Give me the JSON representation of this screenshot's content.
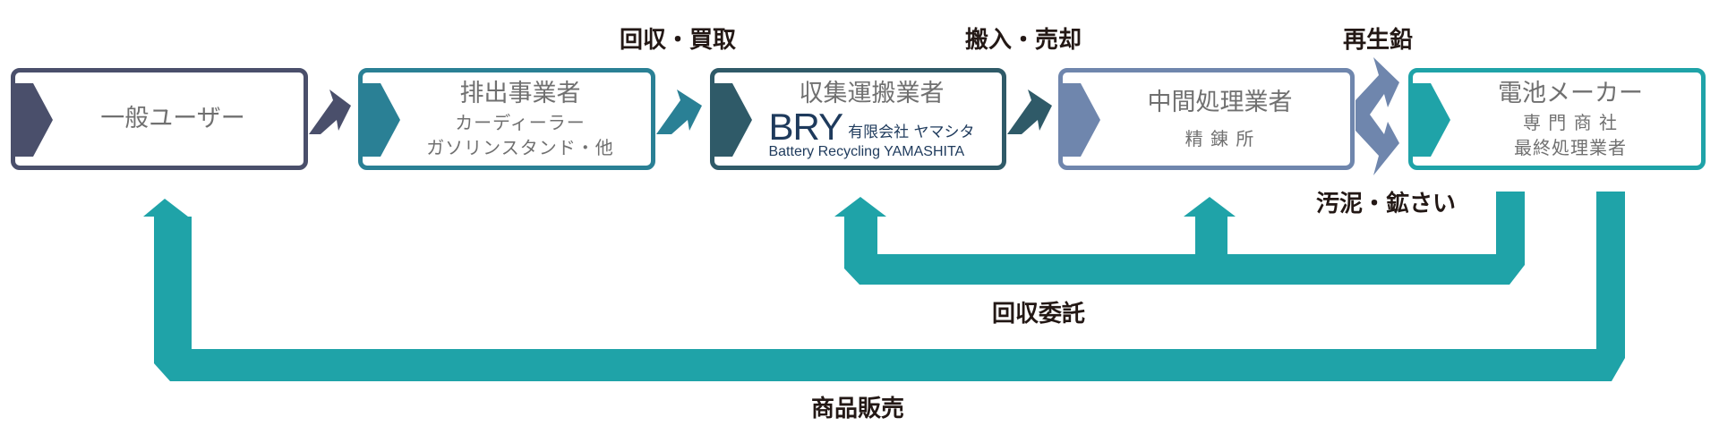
{
  "colors": {
    "user": "#4a4f6b",
    "dealer": "#2a8095",
    "collector": "#2f5a68",
    "refiner": "#6f86ad",
    "maker": "#1fa3a8",
    "flow": "#1fa3a8"
  },
  "boxes": {
    "user": {
      "title": "一般ユーザー"
    },
    "dealer": {
      "title": "排出事業者",
      "line2": "カーディーラー",
      "line3": "ガソリンスタンド・他"
    },
    "collector": {
      "title": "収集運搬業者",
      "logo_mark": "BRY",
      "logo_company": "有限会社 ヤマシタ",
      "logo_english": "Battery Recycling YAMASHITA"
    },
    "refiner": {
      "title": "中間処理業者",
      "line2": "精 錬 所"
    },
    "maker": {
      "title": "電池メーカー",
      "line2": "専 門 商 社",
      "line3": "最終処理業者"
    }
  },
  "labels": {
    "collect_buy": "回収・買取",
    "deliver_sell": "搬入・売却",
    "recycled_lead": "再生鉛",
    "sludge_slag": "汚泥・鉱さい",
    "collection_consign": "回収委託",
    "product_sales": "商品販売"
  }
}
